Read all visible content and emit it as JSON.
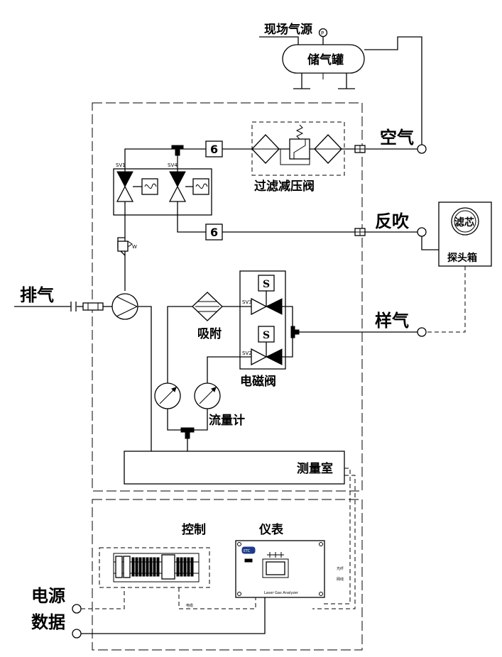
{
  "labels": {
    "site_air_source": "现场气源",
    "pressure_mark": "P",
    "storage_tank": "储气罐",
    "air": "空气",
    "filter_regulator": "过滤减压阀",
    "blowback": "反吹",
    "filter_core": "滤芯",
    "probe_box": "探头箱",
    "exhaust": "排气",
    "adsorption": "吸附",
    "sample_gas": "样气",
    "solenoid_valve": "电磁阀",
    "flow_meter": "流量计",
    "measurement_chamber": "测量室",
    "control": "控制",
    "instrument": "仪表",
    "power": "电源",
    "data": "数据"
  },
  "valves": {
    "sv1": "SV1",
    "sv2": "SV2",
    "sv3": "SV3",
    "sv4": "SV4",
    "solenoid_symbol": "S",
    "regulator_w": "W"
  },
  "fittings": {
    "orifice_top": "6",
    "orifice_bottom": "6"
  },
  "tiny_text": {
    "instrument_model": "Laser Gas Analyzer",
    "cable_label": "电缆",
    "right_note_1": "光纤",
    "right_note_2": "网线",
    "logo_badge": "ETC"
  }
}
